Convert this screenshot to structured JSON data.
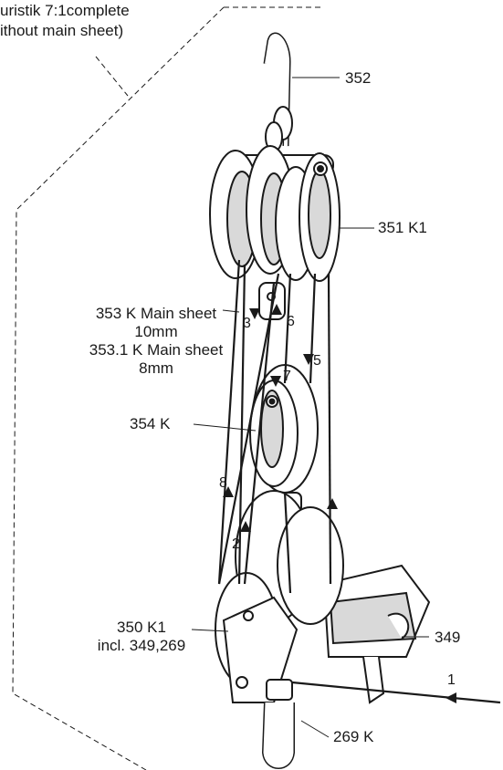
{
  "title": {
    "line1": "uristik 7:1complete",
    "line2": "ithout main sheet)"
  },
  "labels": {
    "hook": "352",
    "upper_block": "351 K1",
    "main_sheet_a_1": "353 K Main sheet",
    "main_sheet_a_2": "10mm",
    "main_sheet_b_1": "353.1 K Main sheet",
    "main_sheet_b_2": "8mm",
    "middle_block": "354 K",
    "lower_block_1": "350 K1",
    "lower_block_2": "incl. 349,269",
    "cleat": "349",
    "shackle": "269 K"
  },
  "line_numbers": {
    "n1": "1",
    "n2": "2",
    "n3": "3",
    "n5": "5",
    "n6": "6",
    "n7": "7",
    "n8": "8"
  },
  "colors": {
    "ink": "#1a1a1a",
    "fill": "#ffffff",
    "shade": "#d9d9d9"
  }
}
